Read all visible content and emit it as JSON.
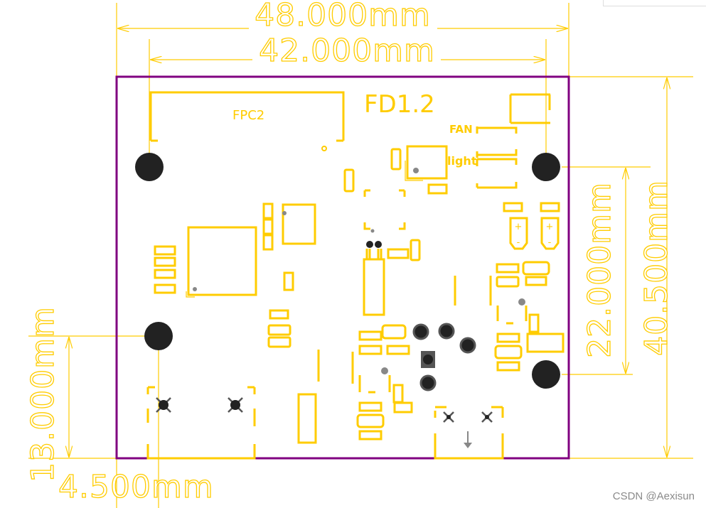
{
  "dimensions": {
    "width_outer": "48.000mm",
    "width_inner": "42.000mm",
    "height_holes": "22.000mm",
    "height_board": "40.500mm",
    "hole_from_bottom": "13.000mm",
    "hole_from_left": "4.500mm"
  },
  "silkscreen": {
    "connector": "FPC2",
    "board_name": "FD1.2",
    "fan_label": "FAN",
    "light_label": "light",
    "plus": "+",
    "minus": "-"
  },
  "watermark": "CSDN @Aexisun",
  "colors": {
    "silk": "#FFCC00",
    "outline": "#800080",
    "hole": "#222222"
  }
}
